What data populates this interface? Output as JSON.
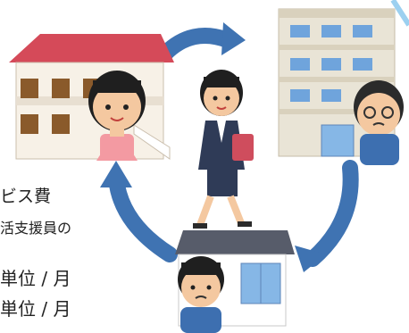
{
  "text_lines": {
    "service_fee": "ビス費",
    "staff": "活支援員の",
    "unit_1": "単位 / 月",
    "unit_2": "単位 / 月"
  },
  "illustration": {
    "scene": "community-support-cycle",
    "colors": {
      "arrow": "#3f73b2",
      "house_roof": "#d54a59",
      "apartment": "#e9e4d6",
      "small_house_roof": "#575c6a",
      "woman_top": "#f39aa2",
      "man_top": "#3d6fb0",
      "commuter_jacket": "#2f3b57",
      "commuter_bag": "#cf4d5d"
    }
  }
}
